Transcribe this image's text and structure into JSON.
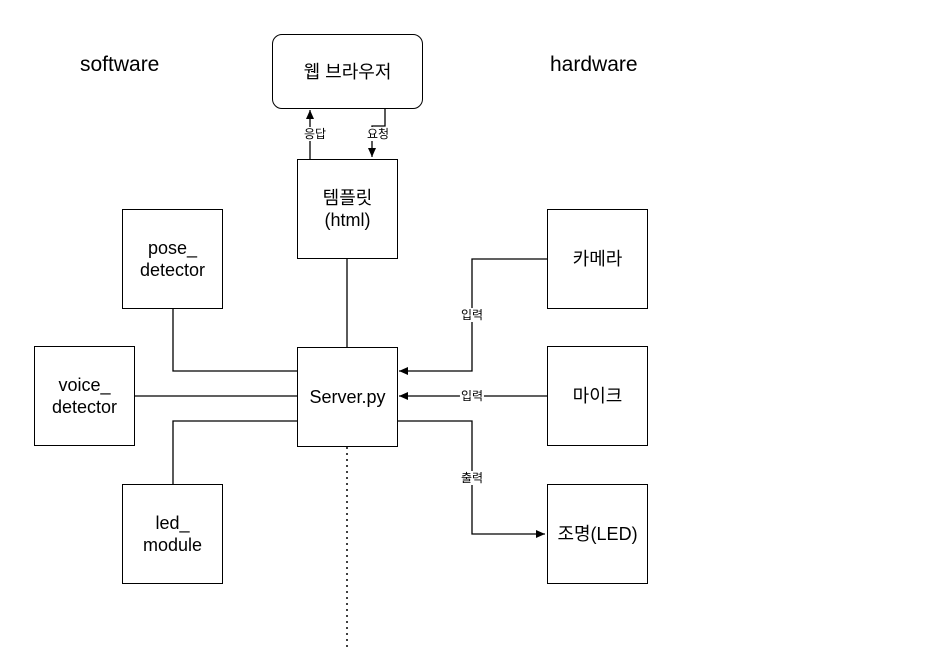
{
  "headings": {
    "software": "software",
    "hardware": "hardware"
  },
  "nodes": {
    "browser": "웹 브라우저",
    "template": "템플릿\n(html)",
    "server": "Server.py",
    "pose_detector": "pose_\ndetector",
    "voice_detector": "voice_\ndetector",
    "led_module": "led_\nmodule",
    "camera": "카메라",
    "mic": "마이크",
    "lighting": "조명(LED)"
  },
  "edge_labels": {
    "response": "응답",
    "request": "요청",
    "camera_input": "입력",
    "mic_input": "입력",
    "output": "출력"
  },
  "colors": {
    "line": "#000000",
    "background": "#ffffff"
  }
}
